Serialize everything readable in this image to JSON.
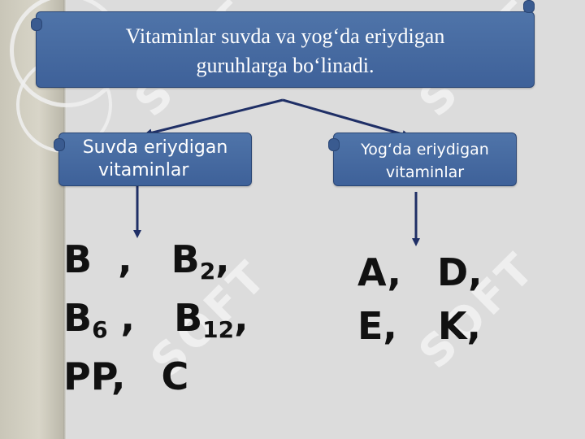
{
  "title": {
    "line1": "Vitaminlar suvda va yog‘da eriydigan",
    "line2": "guruhlarga bo‘linadi."
  },
  "branches": {
    "left": {
      "line1": "Suvda eriydigan",
      "line2": "vitaminlar",
      "row1": {
        "a": "B",
        "a_sub": "",
        "sep": "  ,   ",
        "b": "B",
        "b_sub": "2",
        "end": ","
      },
      "row2": {
        "a": "B",
        "a_sub": "6",
        "sep": " ,   ",
        "b": "B",
        "b_sub": "12",
        "end": ","
      },
      "row3": {
        "a": "PP,",
        "b": "C"
      }
    },
    "right": {
      "line1": "Yog‘da eriydigan",
      "line2": "vitaminlar",
      "row1": {
        "a": "A,",
        "b": "D,"
      },
      "row2": {
        "a": "E,",
        "b": "K,"
      }
    }
  },
  "watermark": "SOFT",
  "colors": {
    "banner": "#4a6fa5",
    "arrow": "#1f2f66",
    "text": "#111111",
    "background": "#dcdcdc"
  }
}
